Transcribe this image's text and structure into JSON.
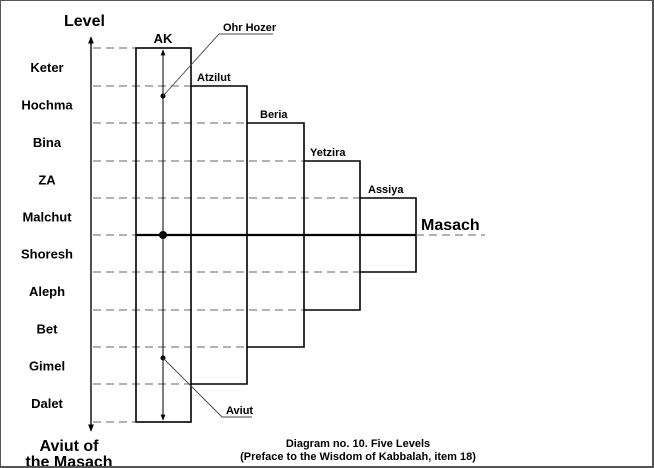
{
  "axis": {
    "top_label": "Level",
    "bottom_label_line1": "Aviut of",
    "bottom_label_line2": "the Masach"
  },
  "levels": [
    "Keter",
    "Hochma",
    "Bina",
    "ZA",
    "Malchut",
    "Shoresh",
    "Aleph",
    "Bet",
    "Gimel",
    "Dalet"
  ],
  "worlds": [
    "AK",
    "Atzilut",
    "Beria",
    "Yetzira",
    "Assiya"
  ],
  "masach_label": "Masach",
  "annotations": {
    "ohr_hozer": "Ohr Hozer",
    "aviut": "Aviut"
  },
  "caption": {
    "line1": "Diagram no. 10. Five Levels",
    "line2": "(Preface to the Wisdom of Kabbalah, item 18)"
  }
}
